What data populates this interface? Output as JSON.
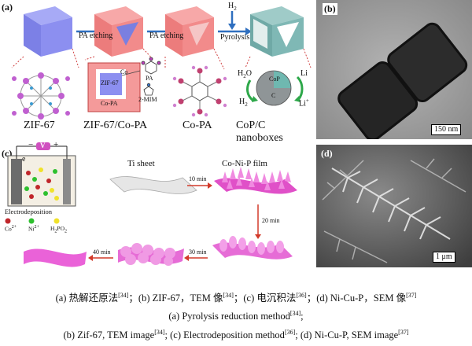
{
  "panel_a": {
    "label": "(a)",
    "steps": [
      "PA etching",
      "PA etching",
      "H",
      "Pyrolysis"
    ],
    "h2_sub": "2",
    "names": [
      "ZIF-67",
      "ZIF-67/Co-PA",
      "Co-PA",
      "CoP/C nanoboxes"
    ],
    "inset_zif": "ZIF-67",
    "inset_copa": "Co-PA",
    "inset_co": "Co",
    "inset_pa": "PA",
    "inset_mim": "2-MIM",
    "h2o": "H",
    "h2o_sub": "2",
    "h2o_o": "O",
    "h2_out": "H",
    "h2_out_sub": "2",
    "cop": "CoP",
    "c": "C",
    "li": "Li",
    "li_plus": "Li",
    "li_plus_sup": "+"
  },
  "panel_b": {
    "label": "(b)",
    "scale": "150 nm"
  },
  "panel_c": {
    "label": "(c)",
    "e_label": "e",
    "v_label": "V",
    "minus": "−",
    "plus": "+",
    "electrodeposition": "Electrodeposition",
    "legend": [
      {
        "text": "Co",
        "sup": "2+",
        "color": "#c0262b"
      },
      {
        "text": "Ni",
        "sup": "2+",
        "color": "#2ec02e"
      },
      {
        "text": "H",
        "sub": "2",
        "rest": "PO",
        "sub2": "2",
        "color": "#f0e22a"
      }
    ],
    "ti_sheet": "Ti sheet",
    "film": "Co-Ni-P film",
    "t10": "10 min",
    "t20": "20 min",
    "t30": "30 min",
    "t40": "40 min"
  },
  "panel_d": {
    "label": "(d)",
    "scale": "1 μm"
  },
  "caption": {
    "line1": {
      "a": "(a)  热解还原法",
      "a_ref": "[34]",
      "b": "；(b)  ZIF-67，TEM 像",
      "b_ref": "[34]",
      "c": "；(c)  电沉积法",
      "c_ref": "[36]",
      "d": "；(d) Ni-Cu-P，SEM 像",
      "d_ref": "[37]"
    },
    "line2": {
      "text": "(a)  Pyrolysis  reduction method",
      "ref": "[34]",
      "end": ";"
    },
    "line3": {
      "b": "(b) Zif-67, TEM image",
      "b_ref": "[34]",
      "c": "; (c) Electrodeposition method",
      "c_ref": "[36]",
      "d": "; (d) Ni-Cu-P, SEM image",
      "d_ref": "[37]"
    }
  },
  "colors": {
    "cube_blue": "#8c8ff0",
    "cube_pink": "#f28b8b",
    "cube_teal": "#7fb8b5",
    "arrow_blue": "#2f6fbf",
    "pink_film": "#e040c8",
    "arrow_red": "#d23a2a"
  }
}
